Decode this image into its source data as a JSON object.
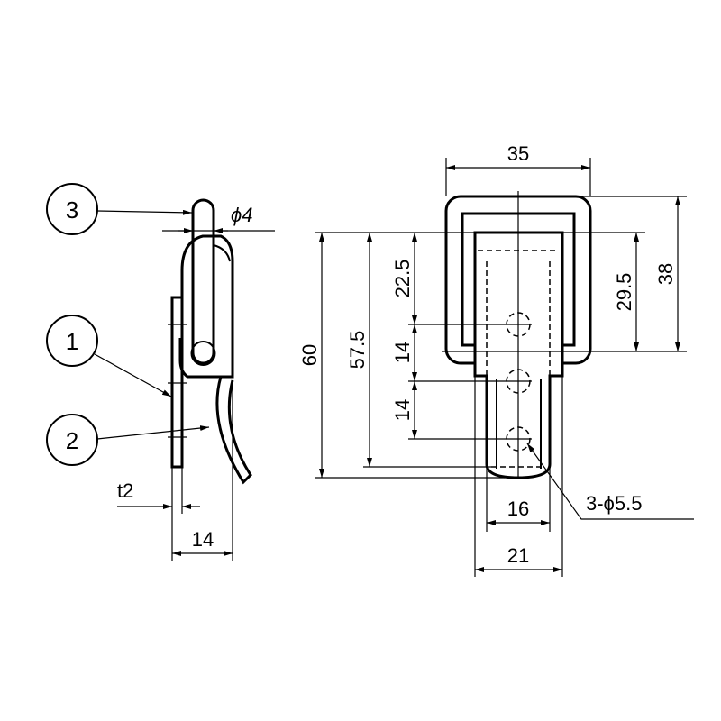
{
  "drawing": {
    "balloons": [
      "3",
      "1",
      "2"
    ],
    "side_view": {
      "pin_diameter": "ϕ4",
      "thickness": "t2",
      "width": "14"
    },
    "front_view": {
      "width_top": "35",
      "height_frame": "38",
      "height_inner": "29.5",
      "total_height": "60",
      "plate_height": "57.5",
      "hole_pitch_1": "22.5",
      "hole_pitch_2": "14",
      "hole_pitch_3": "14",
      "tongue_width": "16",
      "plate_width": "21",
      "holes": "3-ϕ5.5"
    }
  }
}
